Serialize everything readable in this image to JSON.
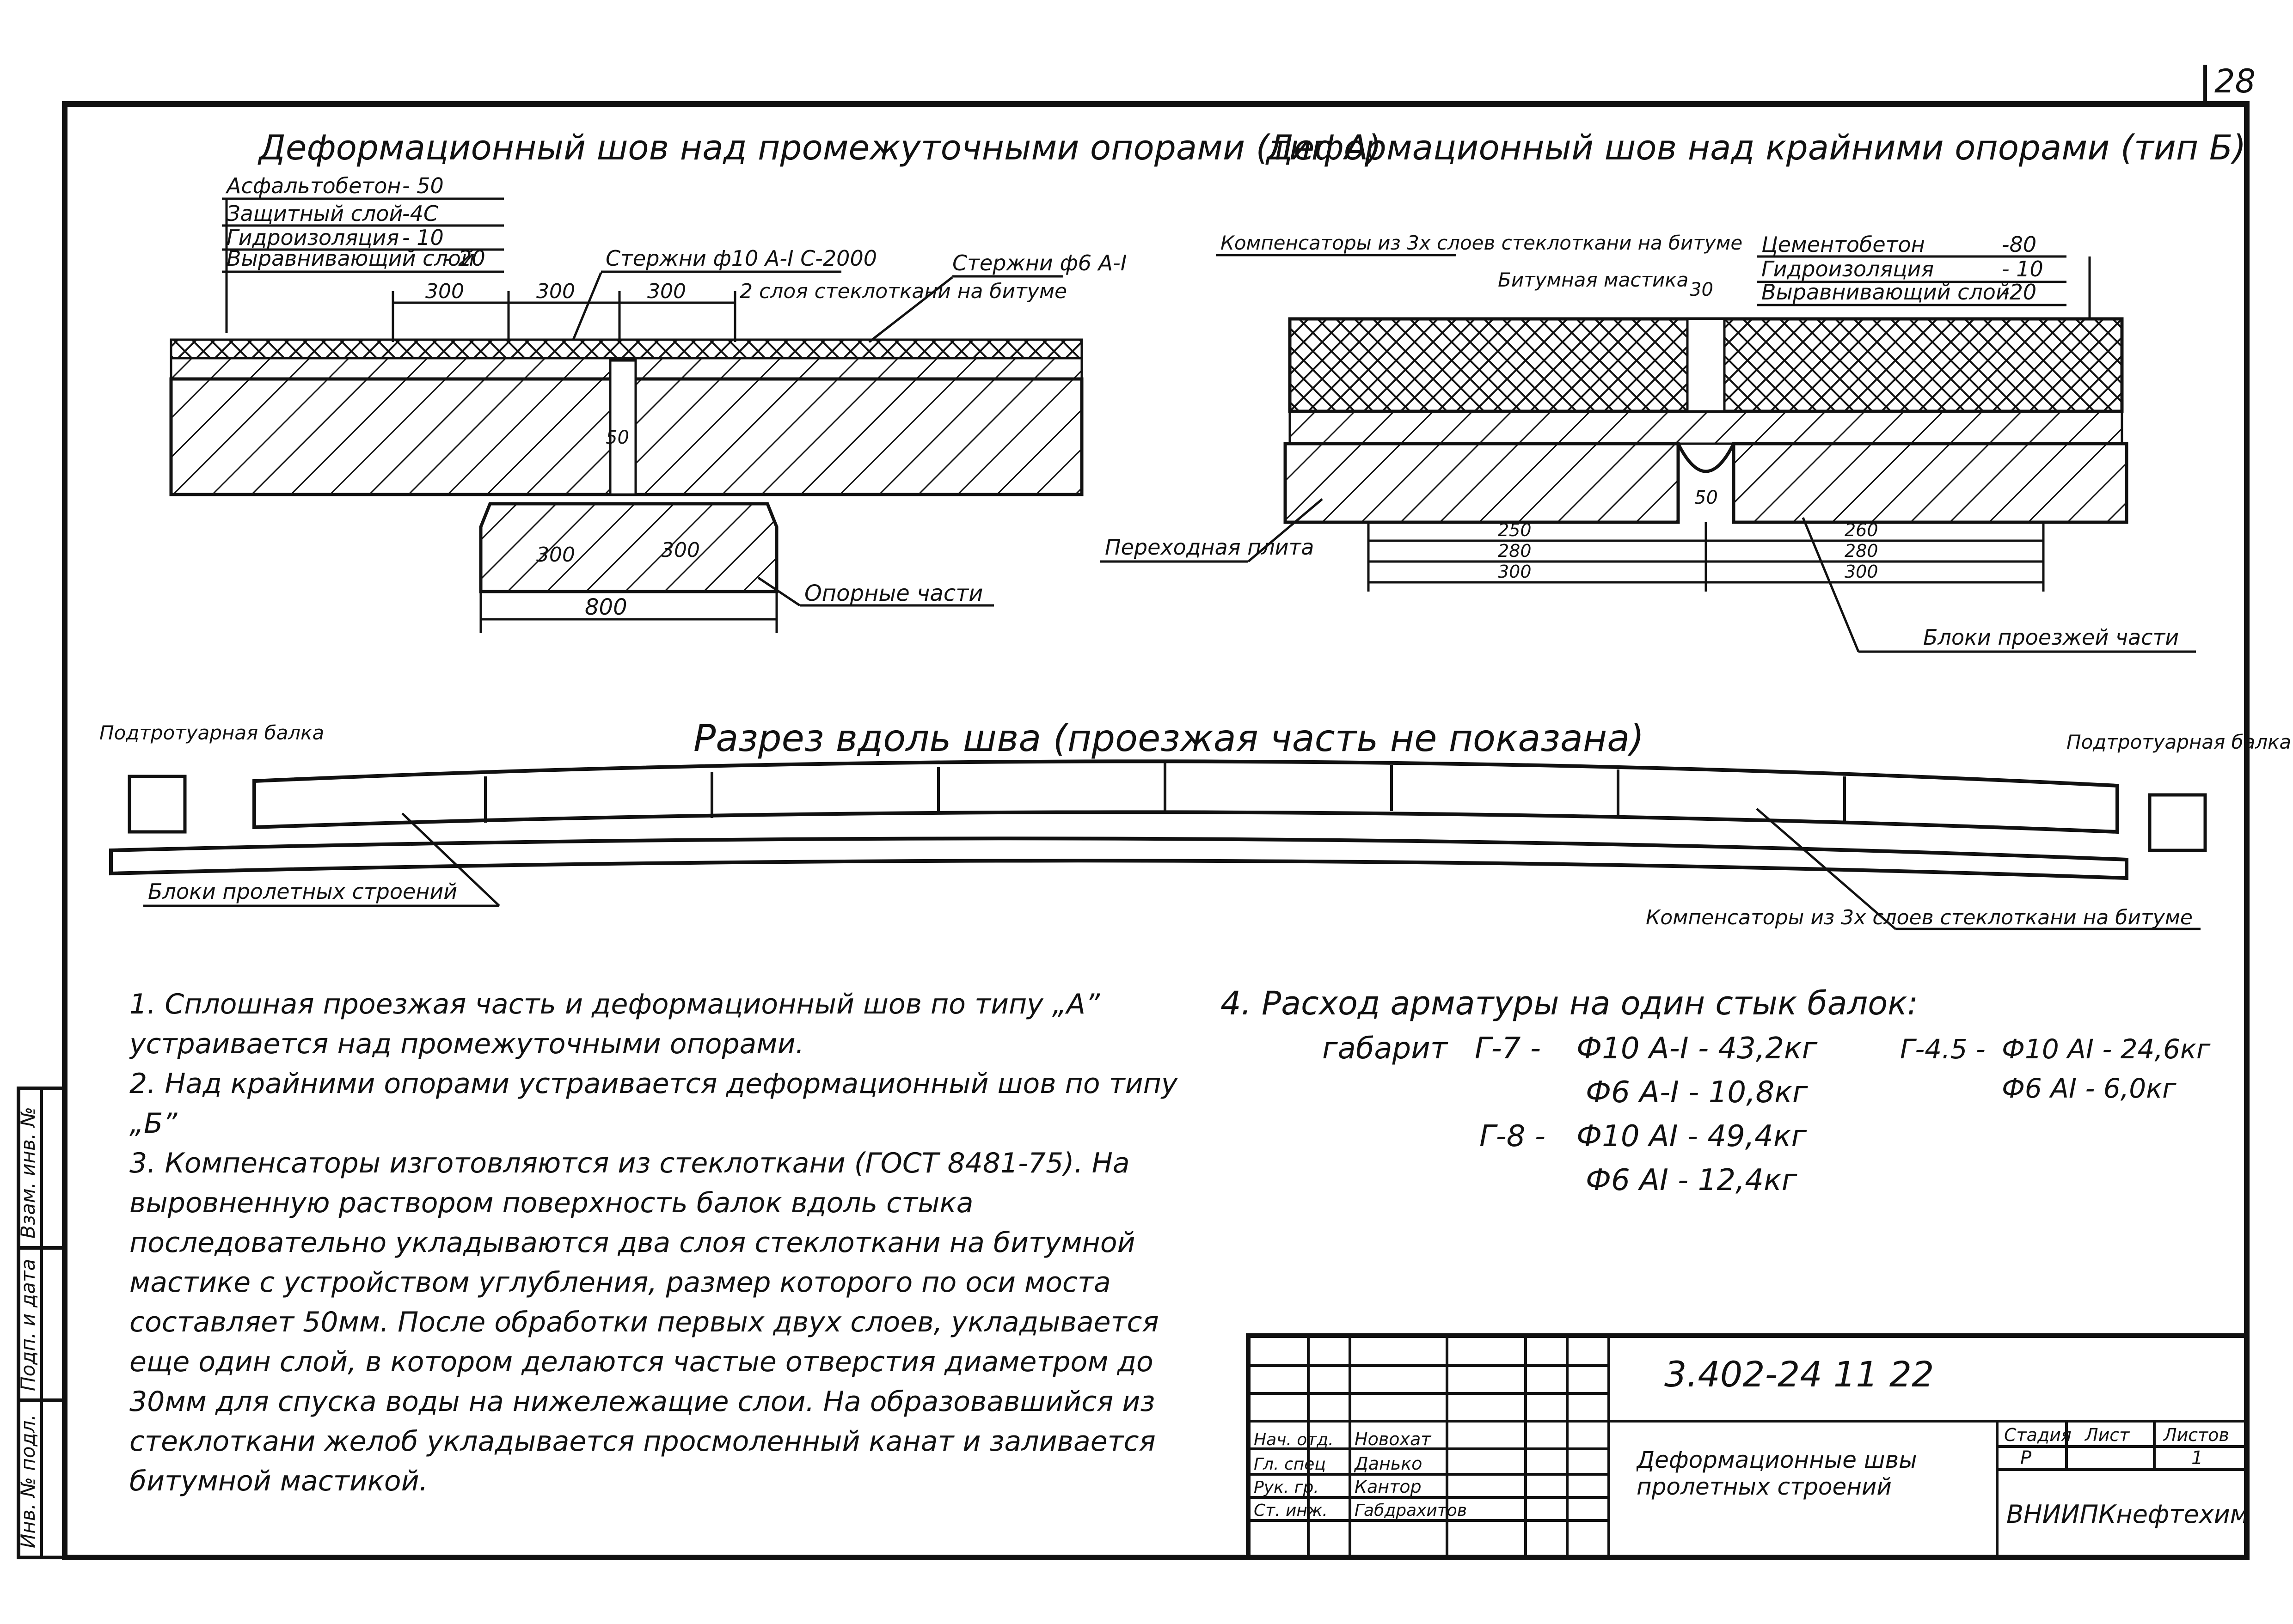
{
  "page_number": "28",
  "section_a": {
    "title": "Деформационный шов над промежуточными опорами (тип А)",
    "layers": [
      {
        "name": "Асфальтобетон",
        "value": "- 50"
      },
      {
        "name": "Защитный слой",
        "value": "-4С"
      },
      {
        "name": "Гидроизоляция",
        "value": "- 10"
      },
      {
        "name": "Выравнивающий слой",
        "value": "- 20"
      }
    ],
    "rods_main": "Стержни ф10 А-I С-2000",
    "rods_secondary": "Стержни ф6 А-I",
    "fiberglass_note": "2 слоя стеклоткани на битуме",
    "dims_top": [
      "300",
      "300",
      "300"
    ],
    "dim_gap": "50",
    "dims_pier": [
      "300",
      "300"
    ],
    "dim_pier_total": "800",
    "bearings": "Опорные части"
  },
  "section_b": {
    "title": "Деформационный шов над крайними опорами (тип Б)",
    "compensators": "Компенсаторы из 3х слоев стеклоткани на битуме",
    "mastic": "Битумная мастика",
    "dim_gap_top": "30",
    "layers": [
      {
        "name": "Цементобетон",
        "value": "-80"
      },
      {
        "name": "Гидроизоляция",
        "value": "- 10"
      },
      {
        "name": "Выравнивающий слой",
        "value": "-20"
      }
    ],
    "dim_gap_bottom": "50",
    "dims_left": [
      "250",
      "280",
      "300"
    ],
    "dims_right": [
      "260",
      "280",
      "300"
    ],
    "transition_slab": "Переходная плита",
    "roadway_blocks": "Блоки проезжей части"
  },
  "long_section": {
    "title": "Разрез вдоль шва (проезжая часть не показана)",
    "left_beam": "Подтротуарная балка",
    "right_beam": "Подтротуарная балка",
    "span_blocks": "Блоки пролетных строений",
    "compensators": "Компенсаторы из 3х слоев стеклоткани на битуме"
  },
  "notes": [
    "1. Сплошная проезжая часть и деформационный шов по типу „А” устраивается над промежуточными опорами.",
    "2. Над крайними опорами устраивается деформационный шов по типу „Б”",
    "3. Компенсаторы изготовляются из стеклоткани (ГОСТ 8481-75). На выровненную раствором поверхность балок вдоль стыка последовательно укладываются два слоя стеклоткани на битумной мастике с устройством углубления, размер которого по оси моста составляет 50мм. После обработки первых двух слоев, укладывается еще один слой, в котором делаются частые отверстия диаметром до 30мм для спуска воды на нижележащие слои. На образовавшийся из стеклоткани желоб укладывается просмоленный канат и заливается битумной мастикой."
  ],
  "rebar": {
    "heading": "4. Расход арматуры на один стык балок:",
    "gabarit_label": "габарит",
    "lines": [
      {
        "gab": "Г-7 -",
        "items": [
          "Ф10 А-I - 43,2кг",
          "Ф6 А-I - 10,8кг"
        ]
      },
      {
        "gab": "Г-8 -",
        "items": [
          "Ф10 АI - 49,4кг",
          "Ф6 АI - 12,4кг"
        ]
      },
      {
        "gab": "Г-4.5 -",
        "items": [
          "Ф10 АI - 24,6кг",
          "Ф6 АI - 6,0кг"
        ]
      }
    ]
  },
  "title_block": {
    "code": "3.402-24   11   22",
    "sheet_title": "Деформационные швы пролетных строений",
    "org": "ВНИИПКнефтехим",
    "stage_header": "Стадия",
    "sheet_header": "Лист",
    "sheets_header": "Листов",
    "stage": "Р",
    "sheets": "1",
    "people": [
      {
        "role": "Нач. отд.",
        "name": "Новохат"
      },
      {
        "role": "Гл. спец",
        "name": "Данько"
      },
      {
        "role": "Рук. гр.",
        "name": "Кантор"
      },
      {
        "role": "Ст. инж.",
        "name": "Габдрахитов"
      }
    ]
  },
  "side_stamp": [
    "Инв. № подл.",
    "Подп. и дата",
    "Взам. инв. №"
  ]
}
